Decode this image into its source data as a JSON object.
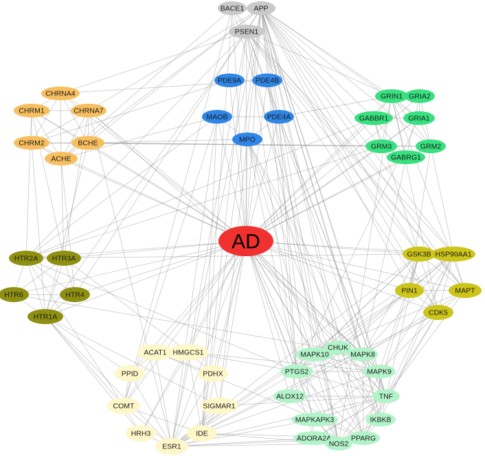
{
  "network": {
    "colors": {
      "hub": "#f0312f",
      "gray": "#c9c9c9",
      "blue": "#2f86e6",
      "orange": "#f7bf5f",
      "green": "#38e07f",
      "olive": "#8f9012",
      "yellow": "#cdc51a",
      "cream": "#fdf7c9",
      "mint": "#b3f3c9",
      "edge": "#8d8d8d"
    },
    "hub": {
      "label": "AD",
      "color": "hub"
    },
    "nodes": [
      {
        "label": "BACE1",
        "color": "gray"
      },
      {
        "label": "APP",
        "color": "gray"
      },
      {
        "label": "PSEN1",
        "color": "gray"
      },
      {
        "label": "PDE9A",
        "color": "blue"
      },
      {
        "label": "PDE4B",
        "color": "blue"
      },
      {
        "label": "MAOB",
        "color": "blue"
      },
      {
        "label": "PDE4A",
        "color": "blue"
      },
      {
        "label": "MPO",
        "color": "blue"
      },
      {
        "label": "CHRNA4",
        "color": "orange"
      },
      {
        "label": "CHRM1",
        "color": "orange"
      },
      {
        "label": "CHRNA7",
        "color": "orange"
      },
      {
        "label": "CHRM2",
        "color": "orange"
      },
      {
        "label": "BCHE",
        "color": "orange"
      },
      {
        "label": "ACHE",
        "color": "orange"
      },
      {
        "label": "GRIN1",
        "color": "green"
      },
      {
        "label": "GRIA2",
        "color": "green"
      },
      {
        "label": "GABBR1",
        "color": "green"
      },
      {
        "label": "GRIA1",
        "color": "green"
      },
      {
        "label": "GRM3",
        "color": "green"
      },
      {
        "label": "GRM2",
        "color": "green"
      },
      {
        "label": "GABRG1",
        "color": "green"
      },
      {
        "label": "HTR2A",
        "color": "olive"
      },
      {
        "label": "HTR3A",
        "color": "olive"
      },
      {
        "label": "HTR6",
        "color": "olive"
      },
      {
        "label": "HTR4",
        "color": "olive"
      },
      {
        "label": "HTR1A",
        "color": "olive"
      },
      {
        "label": "GSK3B",
        "color": "yellow"
      },
      {
        "label": "HSP90AA1",
        "color": "yellow"
      },
      {
        "label": "PIN1",
        "color": "yellow"
      },
      {
        "label": "MAPT",
        "color": "yellow"
      },
      {
        "label": "CDK5",
        "color": "yellow"
      },
      {
        "label": "ACAT1",
        "color": "cream"
      },
      {
        "label": "HMGCS1",
        "color": "cream"
      },
      {
        "label": "PPID",
        "color": "cream"
      },
      {
        "label": "PDHX",
        "color": "cream"
      },
      {
        "label": "COMT",
        "color": "cream"
      },
      {
        "label": "SIGMAR1",
        "color": "cream"
      },
      {
        "label": "HRH3",
        "color": "cream"
      },
      {
        "label": "IDE",
        "color": "cream"
      },
      {
        "label": "ESR1",
        "color": "cream"
      },
      {
        "label": "CHUK",
        "color": "mint"
      },
      {
        "label": "MAPK10",
        "color": "mint"
      },
      {
        "label": "MAPK8",
        "color": "mint"
      },
      {
        "label": "PTGS2",
        "color": "mint"
      },
      {
        "label": "MAPK9",
        "color": "mint"
      },
      {
        "label": "ALOX12",
        "color": "mint"
      },
      {
        "label": "TNF",
        "color": "mint"
      },
      {
        "label": "MAPKAPK3",
        "color": "mint"
      },
      {
        "label": "IKBKB",
        "color": "mint"
      },
      {
        "label": "ADORA2A",
        "color": "mint"
      },
      {
        "label": "PPARG",
        "color": "mint"
      },
      {
        "label": "NOS2",
        "color": "mint"
      }
    ]
  }
}
